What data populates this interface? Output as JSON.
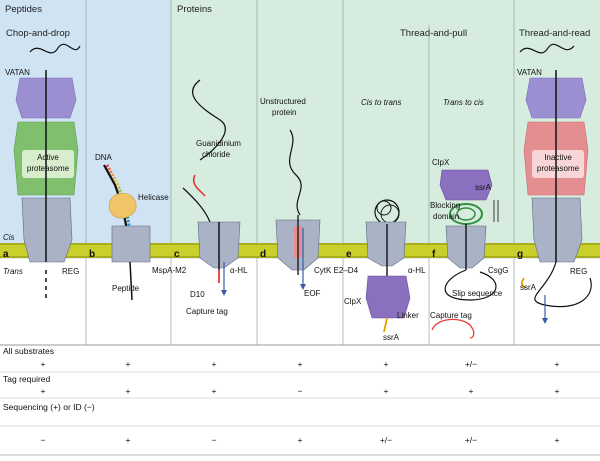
{
  "sections": {
    "peptides": "Peptides",
    "proteins": "Proteins",
    "thread_and_pull": "Thread-and-pull",
    "thread_and_read": "Thread-and-read"
  },
  "panels": [
    {
      "letter": "a",
      "title": "Chop-and-drop"
    },
    {
      "letter": "b",
      "title": ""
    },
    {
      "letter": "c",
      "title": ""
    },
    {
      "letter": "d",
      "title": ""
    },
    {
      "letter": "e",
      "title": "Cis to trans"
    },
    {
      "letter": "f",
      "title": "Trans to cis"
    },
    {
      "letter": "g",
      "title": "Thread-and-read"
    }
  ],
  "labels": {
    "vatan_a": "VATAN",
    "active_proteasome_1": "Active",
    "active_proteasome_2": "proteasome",
    "cis": "Cis",
    "trans": "Trans",
    "reg_a": "REG",
    "dna": "DNA",
    "helicase": "Helicase",
    "mspa": "MspA-M2",
    "peptide": "Peptide",
    "guanidinium_1": "Guanidinium",
    "guanidinium_2": "chloride",
    "ahl_c": "α-HL",
    "d10": "D10",
    "capture_tag_c": "Capture tag",
    "unstructured_1": "Unstructured",
    "unstructured_2": "protein",
    "cytk": "CytK E2–D4",
    "eof": "EOF",
    "ahl_e": "α-HL",
    "clpx_e": "ClpX",
    "linker": "Linker",
    "ssra_e": "ssrA",
    "clpx_f": "ClpX",
    "ssra_f": "ssrA",
    "blocking_1": "Blocking",
    "blocking_2": "domain",
    "csgg": "CsgG",
    "slip": "Slip sequence",
    "capture_tag_f": "Capture tag",
    "vatan_g": "VATAN",
    "inactive_1": "Inactive",
    "inactive_2": "proteasome",
    "reg_g": "REG",
    "ssra_g": "ssrA"
  },
  "table": {
    "rows": [
      {
        "header": "All substrates",
        "values": [
          "+",
          "+",
          "+",
          "+",
          "+",
          "+/−",
          "+"
        ]
      },
      {
        "header": "Tag required",
        "values": [
          "+",
          "+",
          "+",
          "−",
          "+",
          "+",
          "+"
        ]
      },
      {
        "header": "Sequencing (+) or ID (−)",
        "values": [
          "−",
          "+",
          "−",
          "+",
          "+/−",
          "+/−",
          "+"
        ]
      }
    ]
  },
  "colors": {
    "peptides_bg": "#cfe3f3",
    "proteins_bg": "#d6ecdf",
    "membrane": "#c9cf2b",
    "pore": "#aab2c6",
    "pore_dark": "#5e6887",
    "vatan": "#9b8fd2",
    "active_core": "#7fbf6e",
    "inactive_core": "#e58e92",
    "clpx": "#8a70bf",
    "helicase": "#f2c46a",
    "blocking": "#2f8f3e"
  }
}
